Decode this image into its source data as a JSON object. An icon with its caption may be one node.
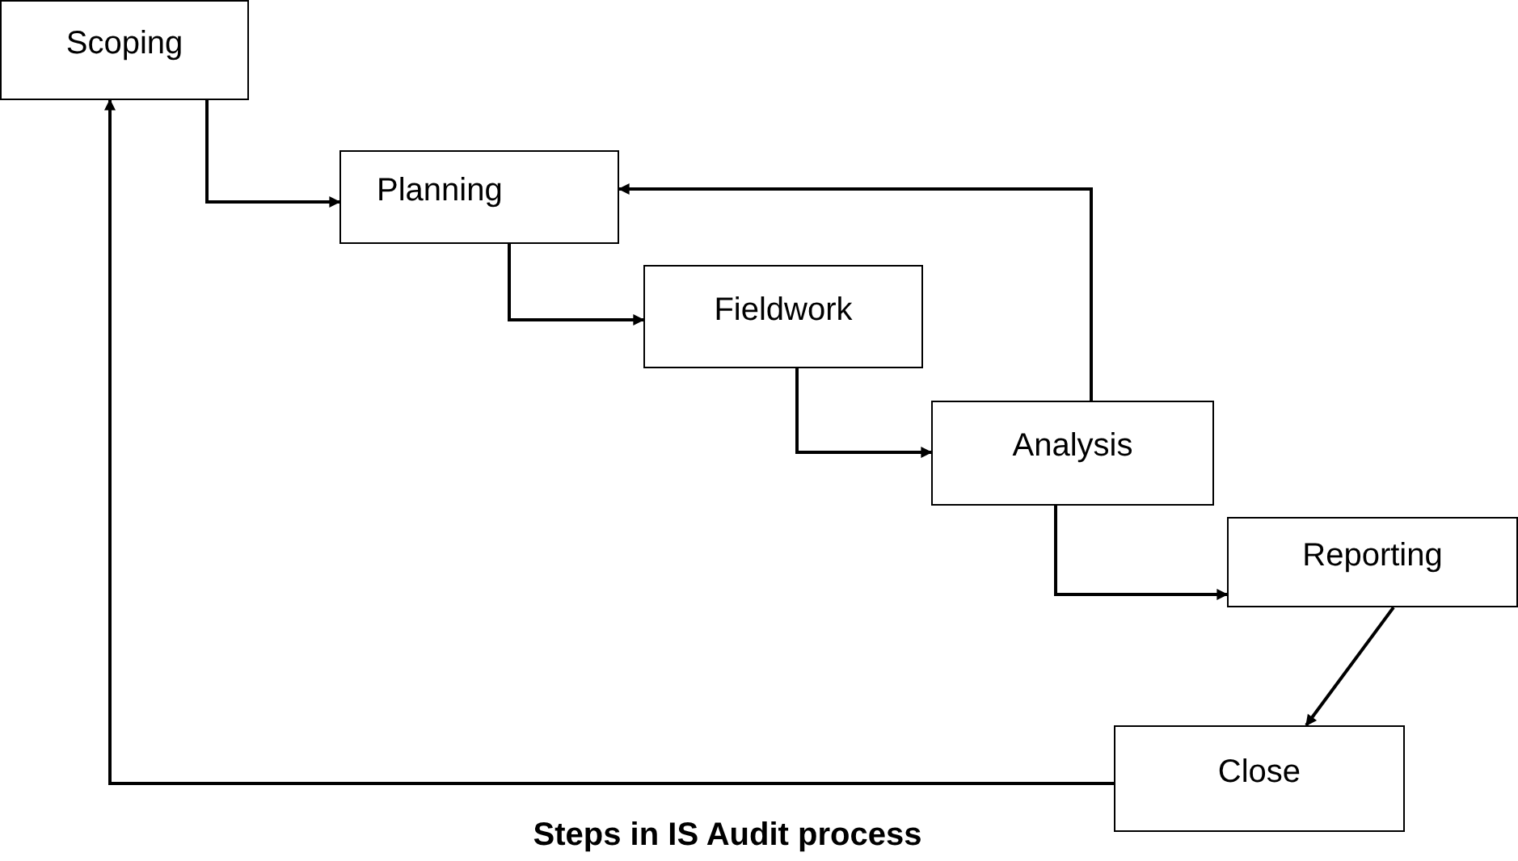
{
  "diagram": {
    "caption": "Steps in IS Audit process",
    "nodes": [
      {
        "text": [
          "Scoping"
        ]
      },
      {
        "text": [
          "Planning"
        ]
      },
      {
        "text": [
          "Fieldwork"
        ]
      },
      {
        "text": [
          "Analysis"
        ]
      },
      {
        "text": [
          "Reporting"
        ]
      },
      {
        "text": [
          "Close"
        ]
      }
    ],
    "edges": [
      {
        "from": 0,
        "to": 1,
        "arrow": "to"
      },
      {
        "from": 1,
        "to": 2,
        "arrow": "to"
      },
      {
        "from": 2,
        "to": 3,
        "arrow": "to"
      },
      {
        "from": 3,
        "to": 4,
        "arrow": "to"
      },
      {
        "from": 4,
        "to": 5,
        "arrow": "to"
      },
      {
        "from": 3,
        "to": 1,
        "arrow": "to"
      },
      {
        "from": 5,
        "to": 0,
        "arrow": "to"
      }
    ]
  }
}
